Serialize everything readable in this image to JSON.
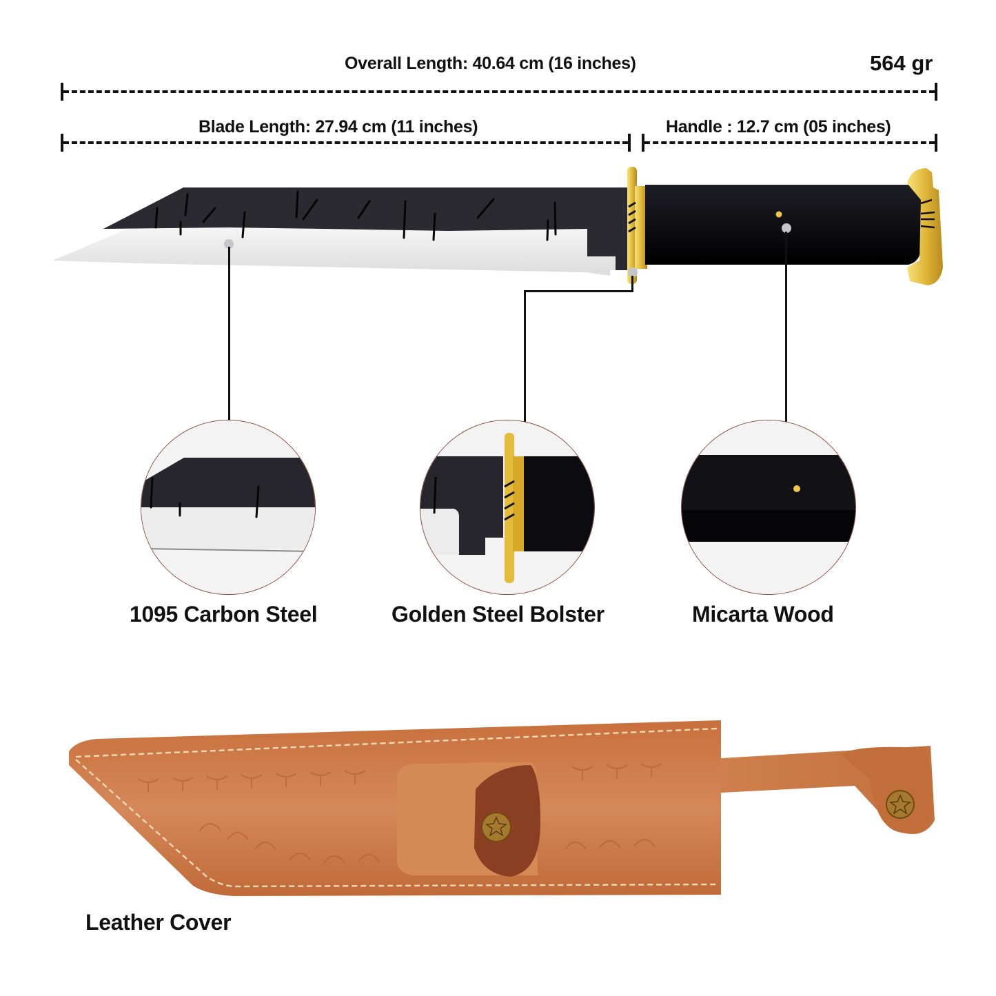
{
  "dimensions": {
    "overall": {
      "label": "Overall Length: 40.64 cm (16 inches)"
    },
    "weight": {
      "label": "564 gr"
    },
    "blade": {
      "label": "Blade Length: 27.94 cm (11 inches)"
    },
    "handle": {
      "label": "Handle : 12.7 cm (05 inches)"
    }
  },
  "features": [
    {
      "label": "1095 Carbon Steel",
      "part": "blade"
    },
    {
      "label": "Golden Steel Bolster",
      "part": "bolster"
    },
    {
      "label": "Micarta Wood",
      "part": "handle"
    }
  ],
  "sheath": {
    "label": "Leather Cover"
  },
  "colors": {
    "blade_dark": "#2a2a30",
    "blade_edge": "#eeeeee",
    "brass": "#e0b83a",
    "handle": "#0d0d12",
    "leather": "#cd7b45",
    "leather_dark": "#8a3e22",
    "stitch": "#f2d8b0",
    "marker": "#c5c5ca",
    "circle_border": "#8b4a3a"
  }
}
